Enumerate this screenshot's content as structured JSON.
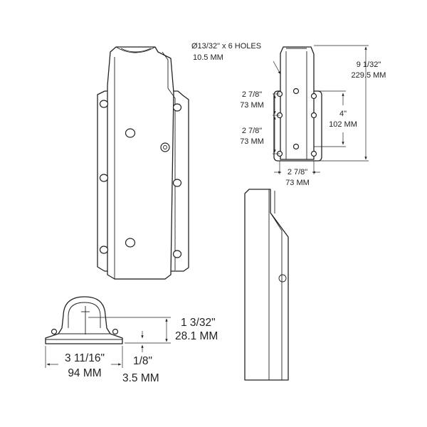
{
  "labels": {
    "hole_spec": "Ø13/32\" x 6 HOLES",
    "hole_spec_mm": "10.5 MM",
    "height_in": "9 1/32\"",
    "height_mm": "229.5 MM",
    "spacing_upper_in": "2 7/8\"",
    "spacing_upper_mm": "73 MM",
    "spacing_lower_in": "2 7/8\"",
    "spacing_lower_mm": "73 MM",
    "center_in": "4\"",
    "center_mm": "102 MM",
    "width_in": "2 7/8\"",
    "width_mm": "73 MM",
    "base_height_in": "1 3/32\"",
    "base_height_mm": "28.1 MM",
    "base_width_in": "3 11/16\"",
    "base_width_mm": "94 MM",
    "plate_thickness_in": "1/8\"",
    "plate_thickness_mm": "3.5 MM"
  }
}
